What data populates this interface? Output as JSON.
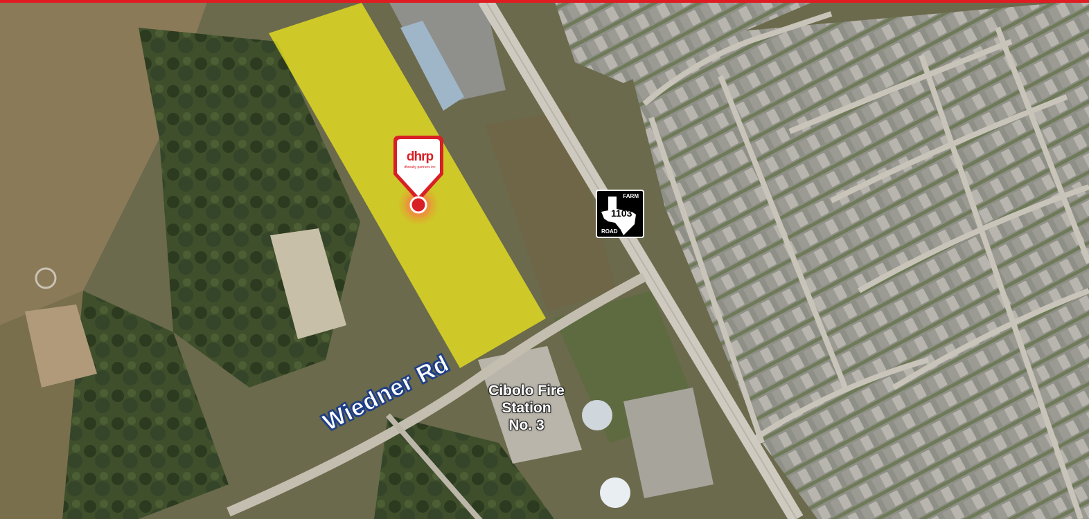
{
  "map": {
    "road_label": "Wiedner Rd",
    "place_label_lines": [
      "Cibolo Fire",
      "Station",
      "No. 3"
    ],
    "highway_shield": {
      "top_text": "FARM",
      "number": "1103",
      "bottom_text": "ROAD"
    },
    "marker": {
      "logo_text": "dhrp",
      "sub_text": "dhrealty partners inc"
    },
    "colors": {
      "parcel_highlight": "#f4ee1c",
      "brand_red": "#d91f26",
      "road_label_outline": "#1f3f86",
      "top_bar": "#e01b22"
    }
  }
}
